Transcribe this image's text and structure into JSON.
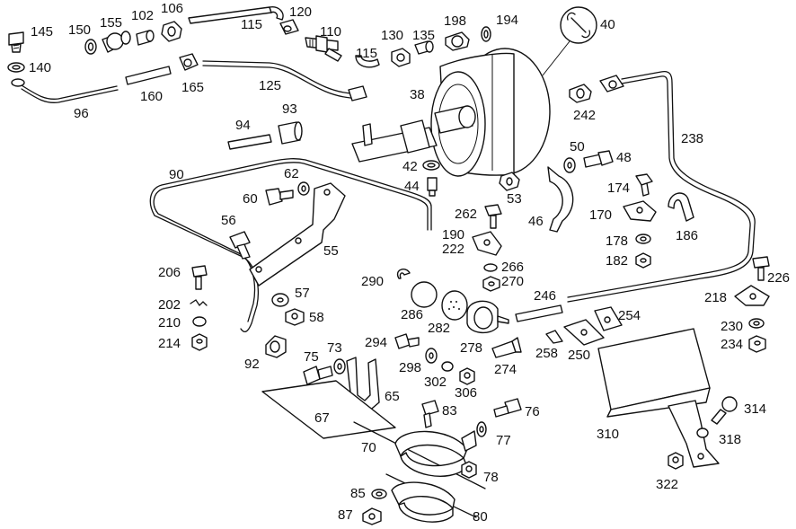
{
  "diagram": {
    "labels": [
      "145",
      "150",
      "155",
      "102",
      "106",
      "115",
      "120",
      "110",
      "130",
      "135",
      "198",
      "194",
      "40",
      "140",
      "96",
      "160",
      "165",
      "125",
      "115",
      "38",
      "242",
      "94",
      "93",
      "238",
      "90",
      "62",
      "42",
      "44",
      "50",
      "48",
      "60",
      "56",
      "53",
      "174",
      "262",
      "46",
      "170",
      "186",
      "190",
      "222",
      "55",
      "178",
      "266",
      "182",
      "206",
      "290",
      "270",
      "246",
      "226",
      "202",
      "57",
      "218",
      "286",
      "282",
      "254",
      "210",
      "58",
      "230",
      "214",
      "294",
      "278",
      "258",
      "234",
      "274",
      "250",
      "92",
      "75",
      "73",
      "298",
      "302",
      "306",
      "65",
      "310",
      "314",
      "83",
      "76",
      "67",
      "77",
      "318",
      "70",
      "78",
      "322",
      "85",
      "80",
      "87"
    ]
  }
}
